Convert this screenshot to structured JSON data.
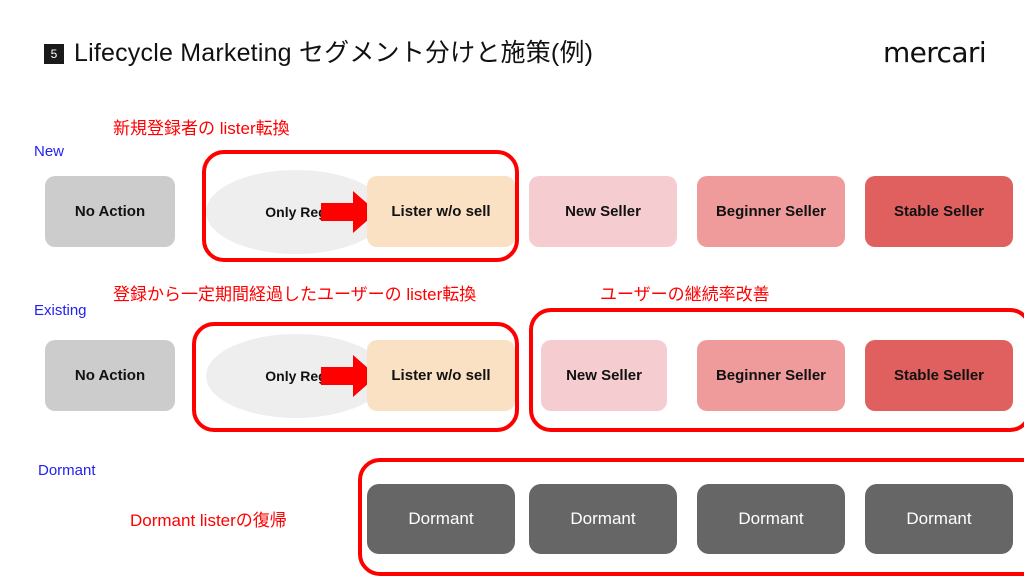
{
  "header": {
    "slide_number": "5",
    "title": "Lifecycle Marketing セグメント分けと施策(例)",
    "brand": "mercari"
  },
  "row_labels": {
    "new": "New",
    "existing": "Existing",
    "dormant": "Dormant"
  },
  "annotations": {
    "new_lister_conversion": "新規登録者の lister転換",
    "existing_lister_conversion": "登録から一定期間経過したユーザーの lister転換",
    "retention_improvement": "ユーザーの継続率改善",
    "dormant_reactivation": "Dormant listerの復帰"
  },
  "rows": [
    {
      "id": "new",
      "label": "New",
      "cells": [
        {
          "name": "no-action",
          "label": "No Action",
          "style": "gray"
        },
        {
          "name": "only-reg",
          "label": "Only Reg",
          "style": "ellipse"
        },
        {
          "name": "lister-wo-sell",
          "label": "Lister w/o sell",
          "style": "peach"
        },
        {
          "name": "new-seller",
          "label": "New Seller",
          "style": "pink1"
        },
        {
          "name": "beginner-seller",
          "label": "Beginner Seller",
          "style": "pink2"
        },
        {
          "name": "stable-seller",
          "label": "Stable Seller",
          "style": "pink3"
        }
      ]
    },
    {
      "id": "existing",
      "label": "Existing",
      "cells": [
        {
          "name": "no-action",
          "label": "No Action",
          "style": "gray"
        },
        {
          "name": "only-reg",
          "label": "Only Reg",
          "style": "ellipse"
        },
        {
          "name": "lister-wo-sell",
          "label": "Lister w/o sell",
          "style": "peach"
        },
        {
          "name": "new-seller",
          "label": "New Seller",
          "style": "pink1"
        },
        {
          "name": "beginner-seller",
          "label": "Beginner Seller",
          "style": "pink2"
        },
        {
          "name": "stable-seller",
          "label": "Stable Seller",
          "style": "pink3"
        }
      ]
    },
    {
      "id": "dormant",
      "label": "Dormant",
      "cells": [
        {
          "name": "dormant-1",
          "label": "Dormant",
          "style": "dormant"
        },
        {
          "name": "dormant-2",
          "label": "Dormant",
          "style": "dormant"
        },
        {
          "name": "dormant-3",
          "label": "Dormant",
          "style": "dormant"
        },
        {
          "name": "dormant-4",
          "label": "Dormant",
          "style": "dormant"
        }
      ]
    }
  ],
  "colors": {
    "highlight": "#ff0000",
    "row_label": "#2222ee",
    "no_action": "#cccccc",
    "only_reg": "#eeeeee",
    "lister_wo_sell": "#fae1c4",
    "new_seller": "#f5ccd0",
    "beginner_seller": "#ef9b9b",
    "stable_seller": "#e06060",
    "dormant": "#666666",
    "arrow": "#ff0000"
  }
}
